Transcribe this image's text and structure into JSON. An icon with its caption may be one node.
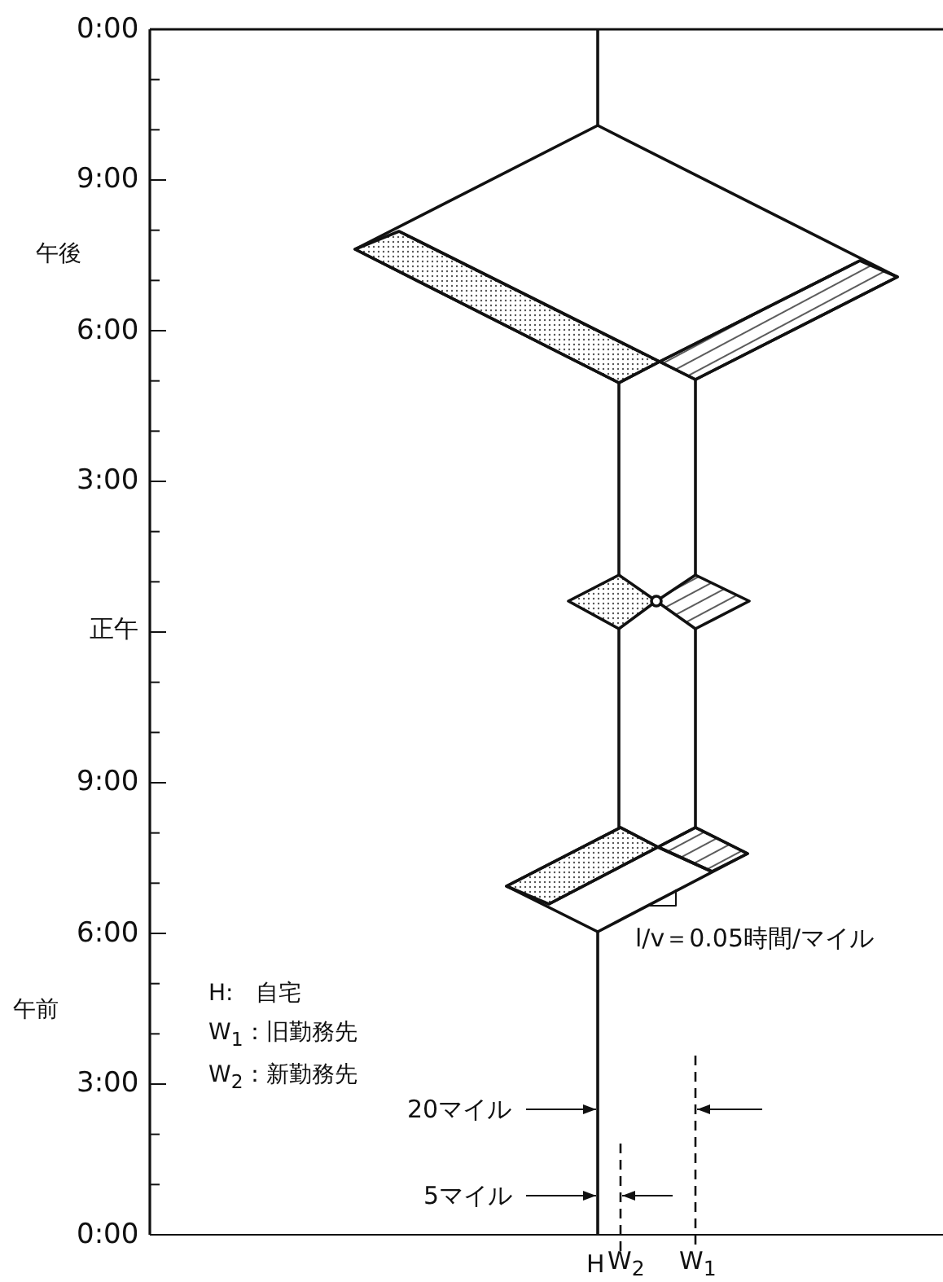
{
  "diagram": {
    "labels": [
      "0:00",
      "9:00",
      "午後",
      "6:00",
      "3:00",
      "正午",
      "9:00",
      "6:00",
      "l/v＝0.05時間/マイル",
      "午前",
      "H:　自宅",
      "W$_{1}$：旧勤務先",
      "W$_{2}$：新勤務先",
      "3:00",
      "20マイル",
      "5マイル",
      "0:00",
      "H",
      "W$_{2}$",
      "W$_{1}$"
    ]
  }
}
